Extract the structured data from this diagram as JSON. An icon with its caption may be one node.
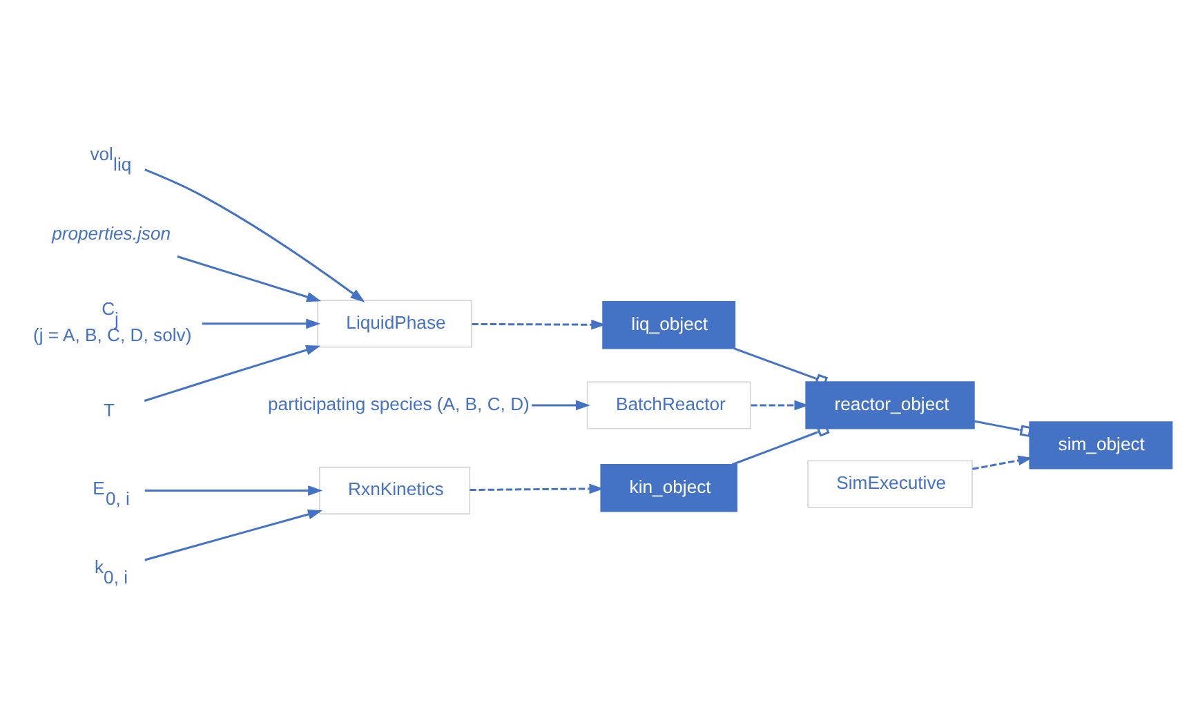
{
  "diagram": {
    "nodes": [
      {
        "text": [
          "vol$_{liq}$"
        ]
      },
      {
        "text": [
          "properties.json"
        ]
      },
      {
        "text": [
          "C$_{j}$",
          "(j = A, B, C, D, solv)"
        ]
      },
      {
        "text": [
          "LiquidPhase"
        ]
      },
      {
        "text": [
          "T"
        ]
      },
      {
        "text": [
          "liq_object"
        ]
      },
      {
        "text": [
          "participating species (A, B, C, D)"
        ]
      },
      {
        "text": [
          "BatchReactor"
        ]
      },
      {
        "text": [
          "reactor_object"
        ]
      },
      {
        "text": [
          "E$_{0, i}$"
        ]
      },
      {
        "text": [
          "k$_{0, i}$"
        ]
      },
      {
        "text": [
          "RxnKinetics"
        ]
      },
      {
        "text": [
          "kin_object"
        ]
      },
      {
        "text": [
          "sim_object"
        ]
      },
      {
        "text": [
          "SimExecutive"
        ]
      }
    ],
    "edges": [
      {
        "from": 0,
        "to": 3,
        "arrow": "to"
      },
      {
        "from": 1,
        "to": 3,
        "arrow": "to"
      },
      {
        "from": 2,
        "to": 3,
        "arrow": "to"
      },
      {
        "from": 4,
        "to": 3,
        "arrow": "to"
      },
      {
        "from": 3,
        "to": 5,
        "arrow": "to",
        "style": "dashed"
      },
      {
        "from": 6,
        "to": 7,
        "arrow": "to"
      },
      {
        "from": 7,
        "to": 8,
        "arrow": "to",
        "style": "dashed"
      },
      {
        "from": 5,
        "to": 8,
        "arrow": "other"
      },
      {
        "from": 9,
        "to": 11,
        "arrow": "to"
      },
      {
        "from": 10,
        "to": 11,
        "arrow": "to"
      },
      {
        "from": 11,
        "to": 12,
        "arrow": "to",
        "style": "dashed"
      },
      {
        "from": 12,
        "to": 8,
        "arrow": "other"
      },
      {
        "from": 8,
        "to": 13,
        "arrow": "other"
      },
      {
        "from": 14,
        "to": 13,
        "arrow": "to",
        "style": "dashed"
      }
    ]
  }
}
